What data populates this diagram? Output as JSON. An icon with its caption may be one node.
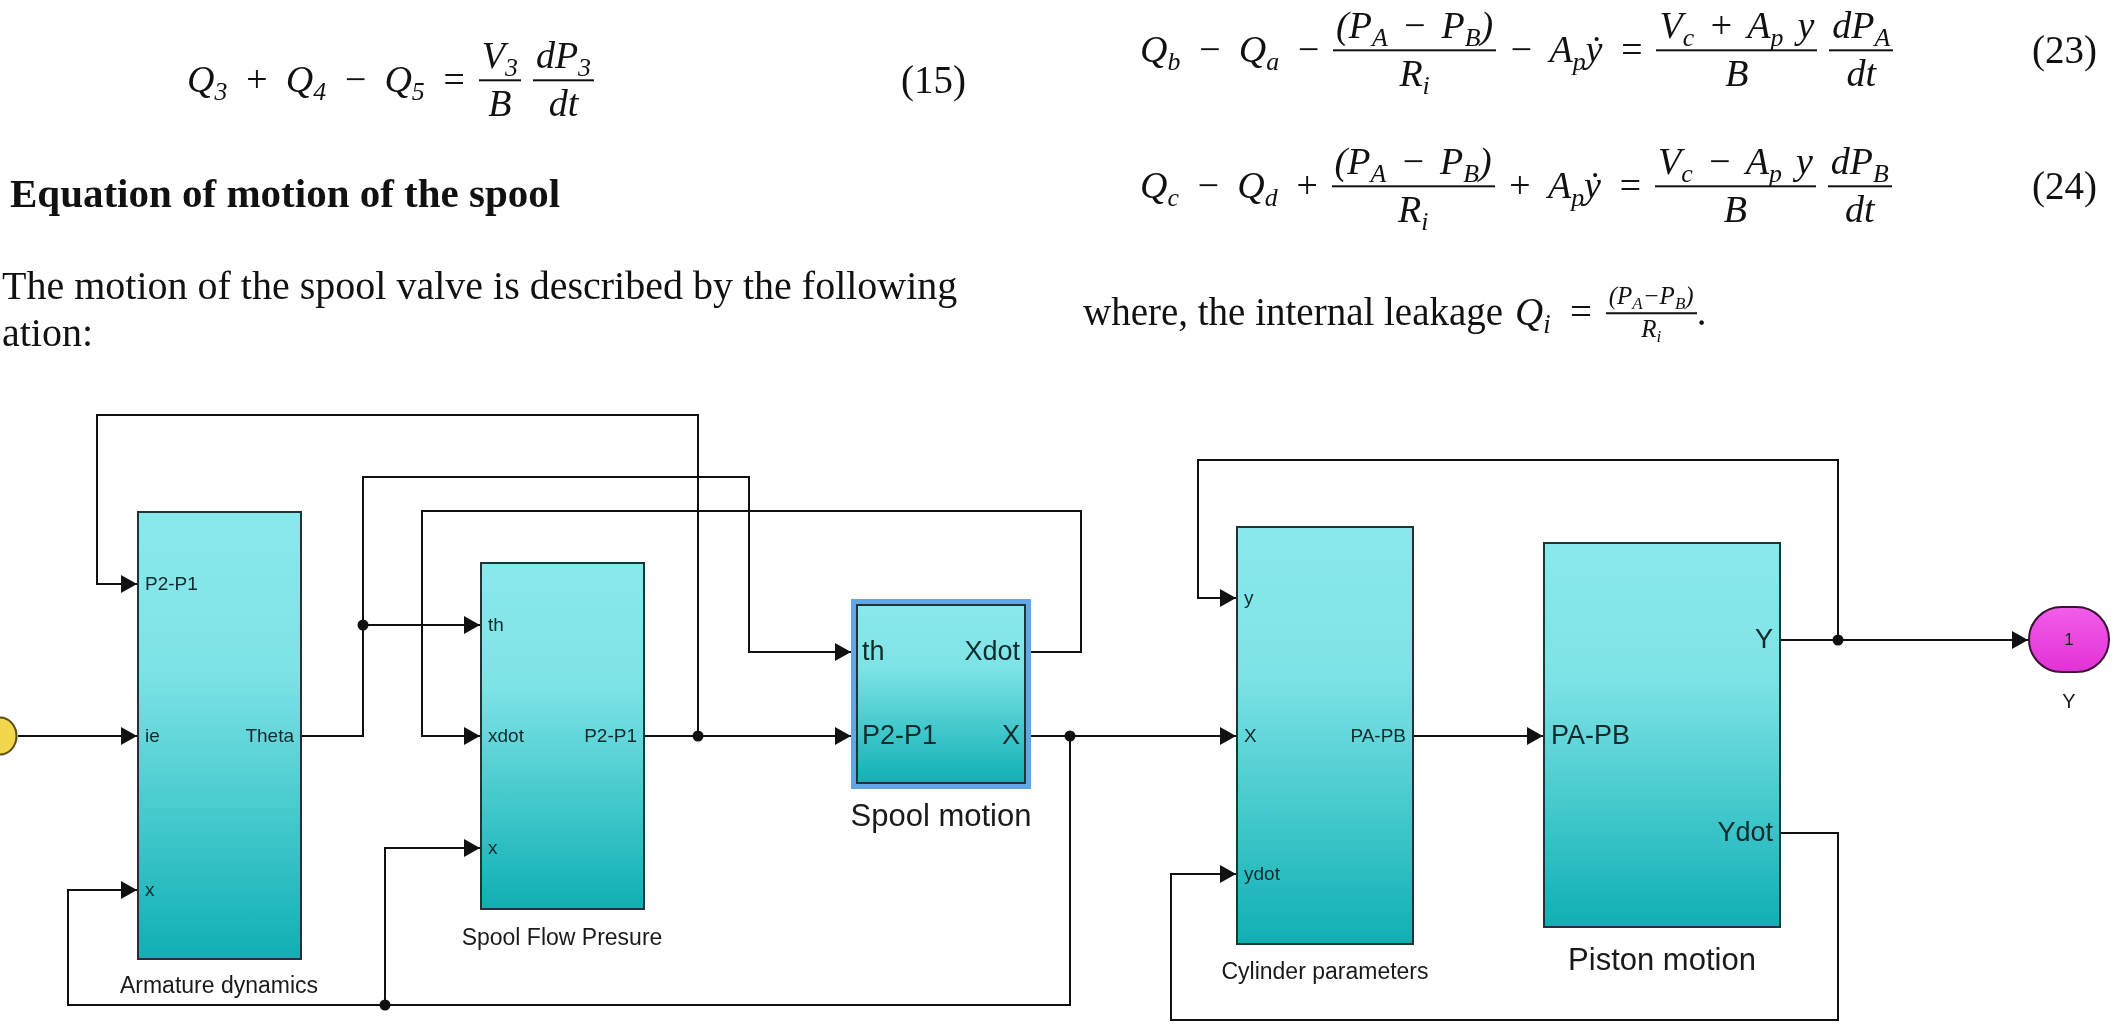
{
  "diagram": {
    "nodes": [
      {
        "text": [],
        "shape": "circle"
      },
      {
        "text": [
          "P2-P1",
          "ie",
          "x",
          "Theta"
        ],
        "beside": [
          "Armature dynamics"
        ]
      },
      {
        "text": [
          "th",
          "xdot",
          "x",
          "P2-P1"
        ],
        "beside": [
          "Spool Flow Presure"
        ]
      },
      {
        "text": [
          "th",
          "P2-P1",
          "Xdot",
          "X"
        ],
        "beside": [
          "Spool motion"
        ]
      },
      {
        "text": [
          "y",
          "X",
          "ydot",
          "PA-PB"
        ],
        "beside": [
          "Cylinder parameters"
        ]
      },
      {
        "text": [
          "PA-PB",
          "Y",
          "Ydot"
        ],
        "beside": [
          "Piston motion"
        ]
      },
      {
        "text": [
          "1"
        ],
        "beside": [
          "Y"
        ]
      }
    ],
    "edges": [
      {
        "from": 0,
        "to": 1,
        "arrow": "to"
      },
      {
        "from": 1,
        "to": 2,
        "arrow": "to"
      },
      {
        "from": 1,
        "to": 3,
        "arrow": "to"
      },
      {
        "from": 3,
        "to": 2,
        "arrow": "to"
      },
      {
        "from": 2,
        "to": 3,
        "arrow": "to"
      },
      {
        "from": 2,
        "to": 1,
        "arrow": "to"
      },
      {
        "from": 3,
        "to": 4,
        "arrow": "to"
      },
      {
        "from": 3,
        "to": 1,
        "arrow": "to"
      },
      {
        "from": 3,
        "to": 2,
        "arrow": "to"
      },
      {
        "from": 4,
        "to": 5,
        "arrow": "to"
      },
      {
        "from": 5,
        "to": 6,
        "arrow": "to"
      },
      {
        "from": 5,
        "to": 4,
        "arrow": "to"
      },
      {
        "from": 5,
        "to": 4,
        "arrow": "to"
      }
    ],
    "labels": [
      "Q$_{3}$ + Q$_{4}$ − Q$_{5}$ =",
      "V$_{3}$",
      "B",
      "dP$_{3}$",
      "dt",
      "(15)",
      "Equation of motion of the spool",
      "The motion of the spool valve is described by the following ation:",
      "Q$_{b}$ − Q$_{a}$ −",
      "(P$_{A}$ − P$_{B}$)",
      "R$_{i}$",
      "− A$_{p}$ẏ =",
      "V$_{c}$ + A$_{p}$ y",
      "B",
      "dP$_{A}$",
      "dt",
      "(23)",
      "Q$_{c}$ − Q$_{d}$ +",
      "(P$_{A}$ − P$_{B}$)",
      "R$_{i}$",
      "+ A$_{p}$ẏ =",
      "V$_{c}$ − A$_{p}$ y",
      "B",
      "dP$_{B}$",
      "dt",
      "(24)",
      "where, the internal leakage",
      "Q$_{i}$ =",
      "(P$_{A}$−P$_{B}$)",
      "R$_{i}$",
      "."
    ]
  }
}
